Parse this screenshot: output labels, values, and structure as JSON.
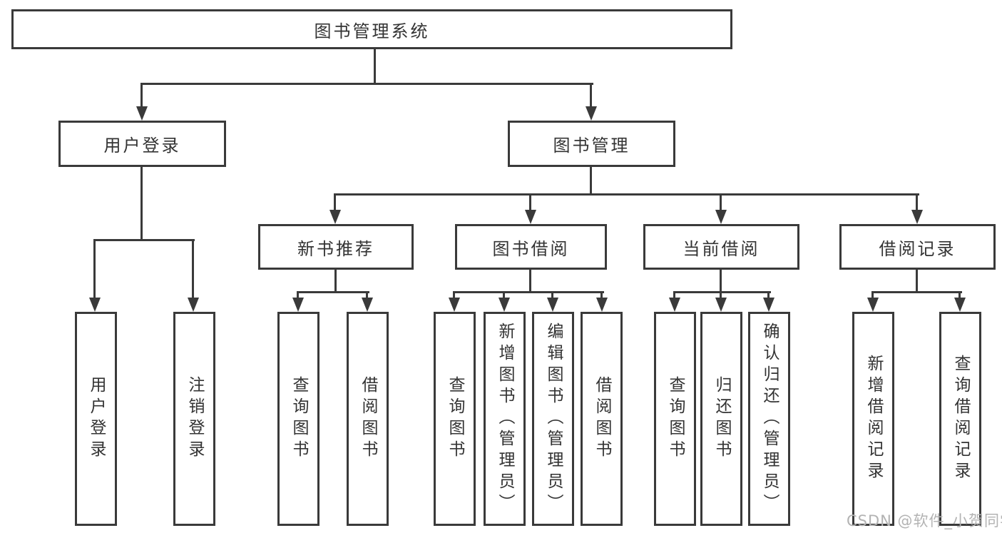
{
  "tree": {
    "root": {
      "label": "图书管理系统"
    },
    "branches": [
      {
        "label": "用户登录",
        "children": [
          {
            "label": "用户登录"
          },
          {
            "label": "注销登录"
          }
        ]
      },
      {
        "label": "图书管理",
        "children": [
          {
            "label": "新书推荐",
            "children": [
              {
                "label": "查询图书"
              },
              {
                "label": "借阅图书"
              }
            ]
          },
          {
            "label": "图书借阅",
            "children": [
              {
                "label": "查询图书"
              },
              {
                "label": "新增图书（管理员）"
              },
              {
                "label": "编辑图书（管理员）"
              },
              {
                "label": "借阅图书"
              }
            ]
          },
          {
            "label": "当前借阅",
            "children": [
              {
                "label": "查询图书"
              },
              {
                "label": "归还图书"
              },
              {
                "label": "确认归还（管理员）"
              }
            ]
          },
          {
            "label": "借阅记录",
            "children": [
              {
                "label": "新增借阅记录"
              },
              {
                "label": "查询借阅记录"
              }
            ]
          }
        ]
      }
    ]
  },
  "watermark": {
    "text": "CSDN @软件_小贺同学"
  },
  "colors": {
    "line": "#3a3a3a",
    "text": "#333333",
    "watermark": "#b3b3b3",
    "background": "#ffffff"
  }
}
